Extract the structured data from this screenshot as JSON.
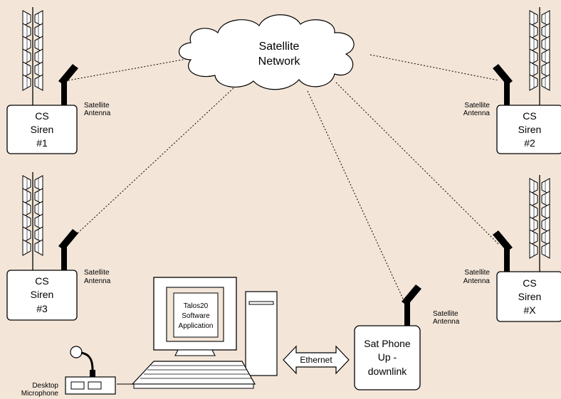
{
  "network": {
    "label_line1": "Satellite",
    "label_line2": "Network"
  },
  "antenna_label": {
    "line1": "Satellite",
    "line2": "Antenna"
  },
  "sirens": [
    {
      "line1": "CS",
      "line2": "Siren",
      "line3": "#1"
    },
    {
      "line1": "CS",
      "line2": "Siren",
      "line3": "#2"
    },
    {
      "line1": "CS",
      "line2": "Siren",
      "line3": "#3"
    },
    {
      "line1": "CS",
      "line2": "Siren",
      "line3": "#X"
    }
  ],
  "software": {
    "line1": "Talos20",
    "line2": "Software",
    "line3": "Application"
  },
  "ethernet": {
    "label": "Ethernet"
  },
  "sat_phone": {
    "line1": "Sat Phone",
    "line2": "Up -",
    "line3": "downlink"
  },
  "microphone": {
    "line1": "Desktop",
    "line2": "Microphone"
  }
}
